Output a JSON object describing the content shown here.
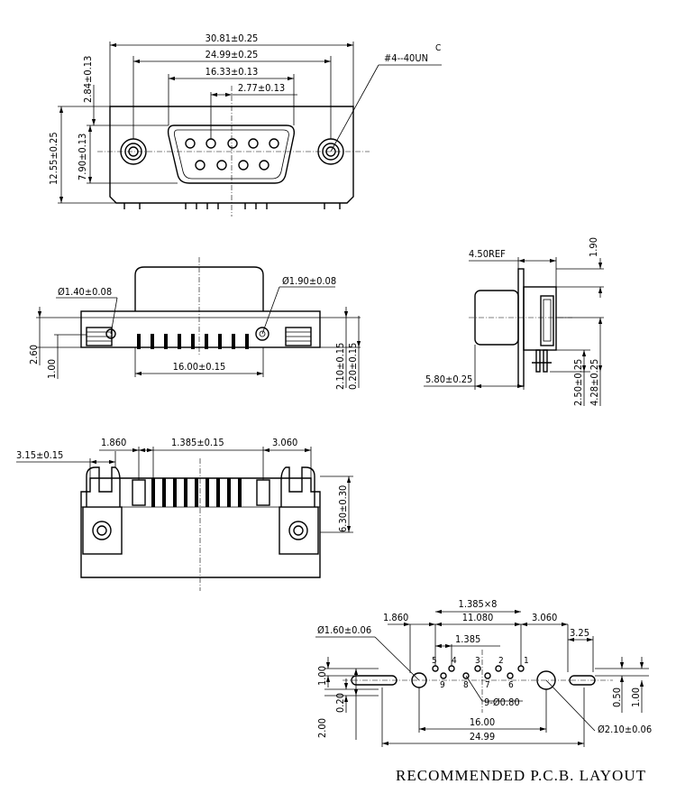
{
  "front_view": {
    "dim_overall": "30.81±0.25",
    "dim_mount": "24.99±0.25",
    "dim_shell": "16.33±0.13",
    "dim_pitch": "2.77±0.13",
    "dim_top_offset": "2.84±0.13",
    "dim_height": "12.55±0.25",
    "dim_shell_height": "7.90±0.13",
    "thread_label": "#4--40UN",
    "thread_suffix": "C"
  },
  "bottom_view": {
    "dim_small_hole": "Ø1.40±0.08",
    "dim_large_hole": "Ø1.90±0.08",
    "dim_pin_span": "16.00±0.15",
    "dim_260": "2.60",
    "dim_100": "1.00",
    "dim_210": "2.10±0.15",
    "dim_020": "0.20±0.15"
  },
  "side_view": {
    "dim_ref": "4.50REF",
    "dim_190": "1.90",
    "dim_580": "5.80±0.25",
    "dim_250": "2.50±0.25",
    "dim_428": "4.28±0.25"
  },
  "top_view": {
    "dim_315": "3.15±0.15",
    "dim_1860": "1.860",
    "dim_1385": "1.385±0.15",
    "dim_3060": "3.060",
    "dim_630": "6.30±0.30"
  },
  "pcb_layout": {
    "dim_1385x8": "1.385×8",
    "dim_11080": "11.080",
    "dim_1860": "1.860",
    "dim_3060": "3.060",
    "dim_325": "3.25",
    "dim_1385": "1.385",
    "dim_hole_small": "Ø1.60±0.06",
    "dim_hole_large": "Ø2.10±0.06",
    "dim_pin_holes": "9-Ø0.80",
    "dim_16": "16.00",
    "dim_2499": "24.99",
    "dim_100": "1.00",
    "dim_020": "0.20",
    "dim_200": "2.00",
    "dim_050": "0.50",
    "dim_100b": "1.00",
    "pin_numbers": [
      "1",
      "2",
      "3",
      "4",
      "5",
      "6",
      "7",
      "8",
      "9"
    ],
    "title": "RECOMMENDED P.C.B. LAYOUT"
  }
}
